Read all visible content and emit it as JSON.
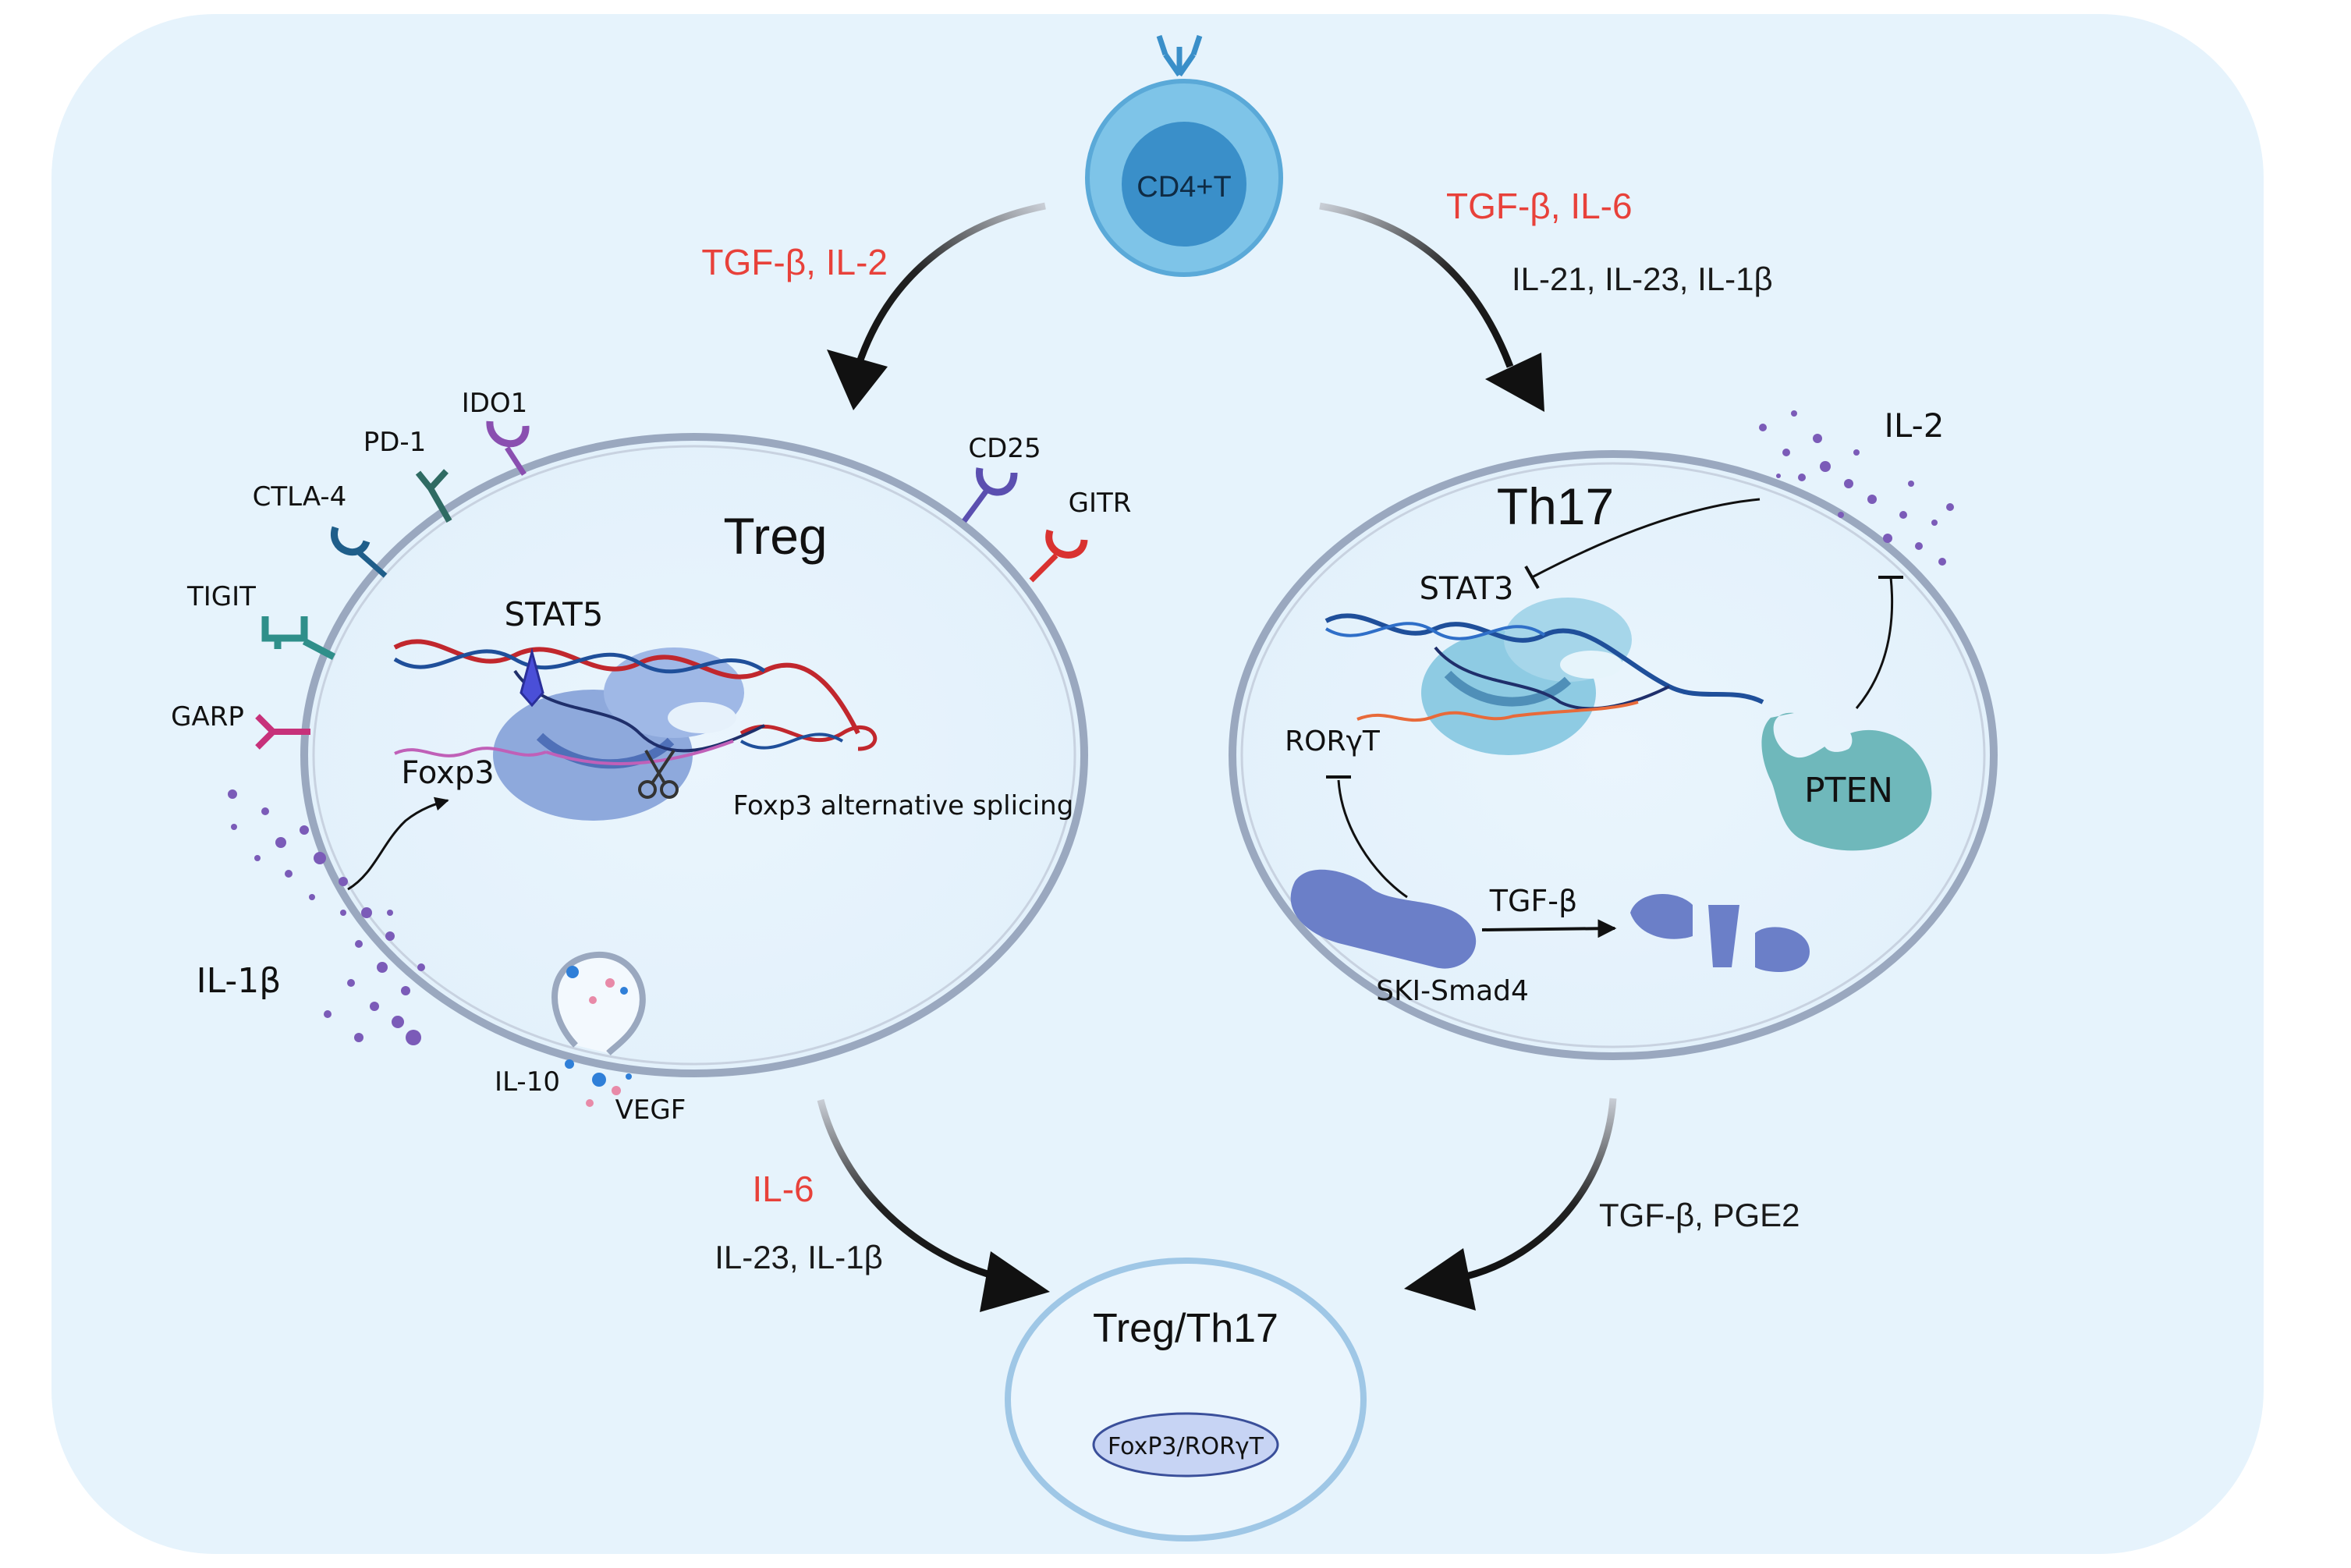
{
  "cells": {
    "cd4": "CD4+T",
    "treg": "Treg",
    "th17": "Th17",
    "treg_th17": "Treg/Th17",
    "foxp3_rorgt": "FoxP3/RORγT"
  },
  "arrows": {
    "to_treg_red": "TGF-β, IL-2",
    "to_th17_red": "TGF-β, IL-6",
    "to_th17_black": "IL-21, IL-23, IL-1β",
    "treg_to_mix_red": "IL-6",
    "treg_to_mix_black": "IL-23, IL-1β",
    "th17_to_mix_black": "TGF-β, PGE2"
  },
  "treg_receptors": {
    "ido1": "IDO1",
    "pd1": "PD-1",
    "ctla4": "CTLA-4",
    "tigit": "TIGIT",
    "garp": "GARP",
    "cd25": "CD25",
    "gitr": "GITR"
  },
  "treg_inner": {
    "stat5": "STAT5",
    "foxp3": "Foxp3",
    "splicing": "Foxp3 alternative splicing",
    "il1b": "IL-1β",
    "il10": "IL-10",
    "vegf": "VEGF"
  },
  "th17_inner": {
    "stat3": "STAT3",
    "rorgt": "RORγT",
    "il2": "IL-2",
    "pten": "PTEN",
    "tgfb": "TGF-β",
    "ski_smad4": "SKI-Smad4"
  },
  "colors": {
    "background": "#e8f4fc",
    "red_label": "#e8413a",
    "text": "#1a1a1a",
    "membrane": "#9aa8bf",
    "ribosome": "#7f9fd6",
    "cd4_outer": "#7ec4e8",
    "cd4_inner": "#3a8fc9",
    "pten": "#6fb8bb",
    "smad": "#6b7fc8"
  }
}
